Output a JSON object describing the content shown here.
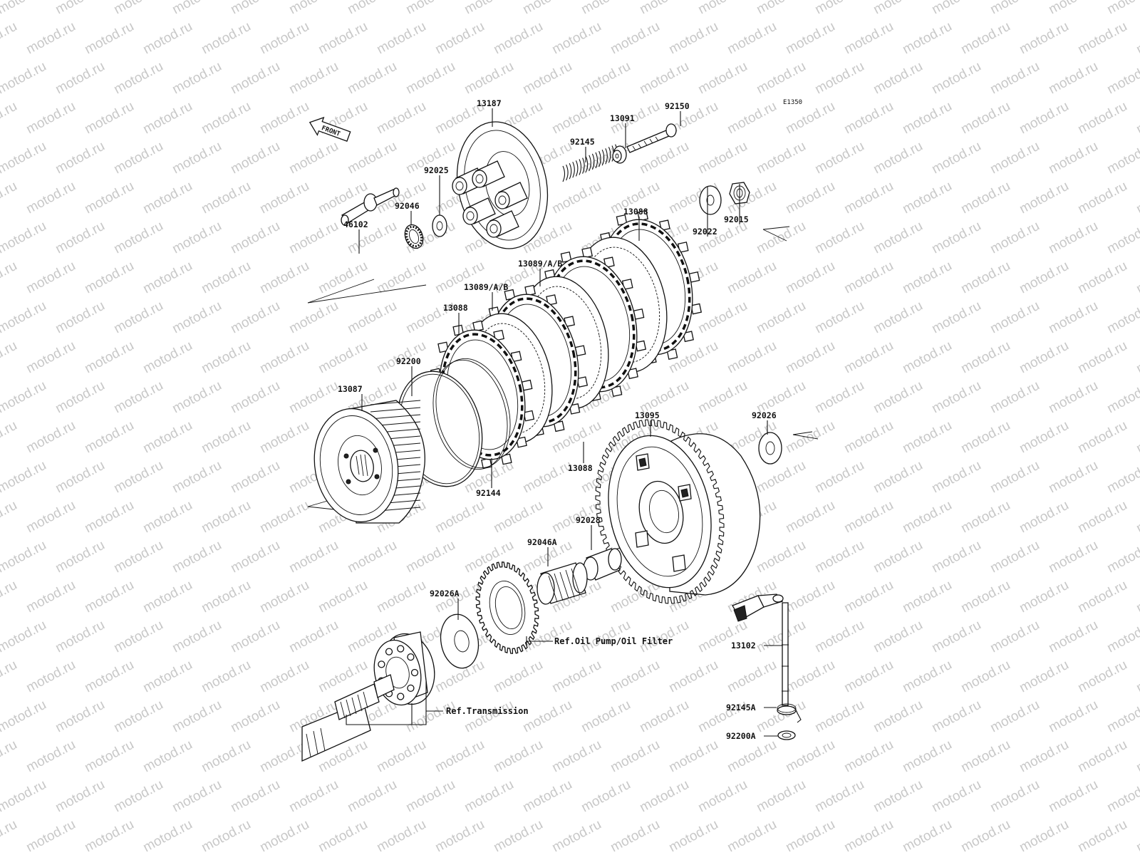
{
  "diagram": {
    "code": "E1350",
    "front_label": "FRONT",
    "watermark": "motod.ru",
    "labels": {
      "p13187": "13187",
      "p92150": "92150",
      "p13091": "13091",
      "p92145": "92145",
      "p92025": "92025",
      "p92046": "92046",
      "p46102": "46102",
      "p13088_top": "13088",
      "p92015": "92015",
      "p92022": "92022",
      "p13089_a": "13089/A/B",
      "p13089_b": "13089/A/B",
      "p13088_left": "13088",
      "p92200": "92200",
      "p13087": "13087",
      "p92144": "92144",
      "p13088_bottom": "13088",
      "p13095": "13095",
      "p92026": "92026",
      "p92028": "92028",
      "p92046A": "92046A",
      "p92026A": "92026A",
      "ref_oil": "Ref.Oil Pump/Oil Filter",
      "ref_trans": "Ref.Transmission",
      "p13102": "13102",
      "p92145A": "92145A",
      "p92200A": "92200A"
    }
  }
}
